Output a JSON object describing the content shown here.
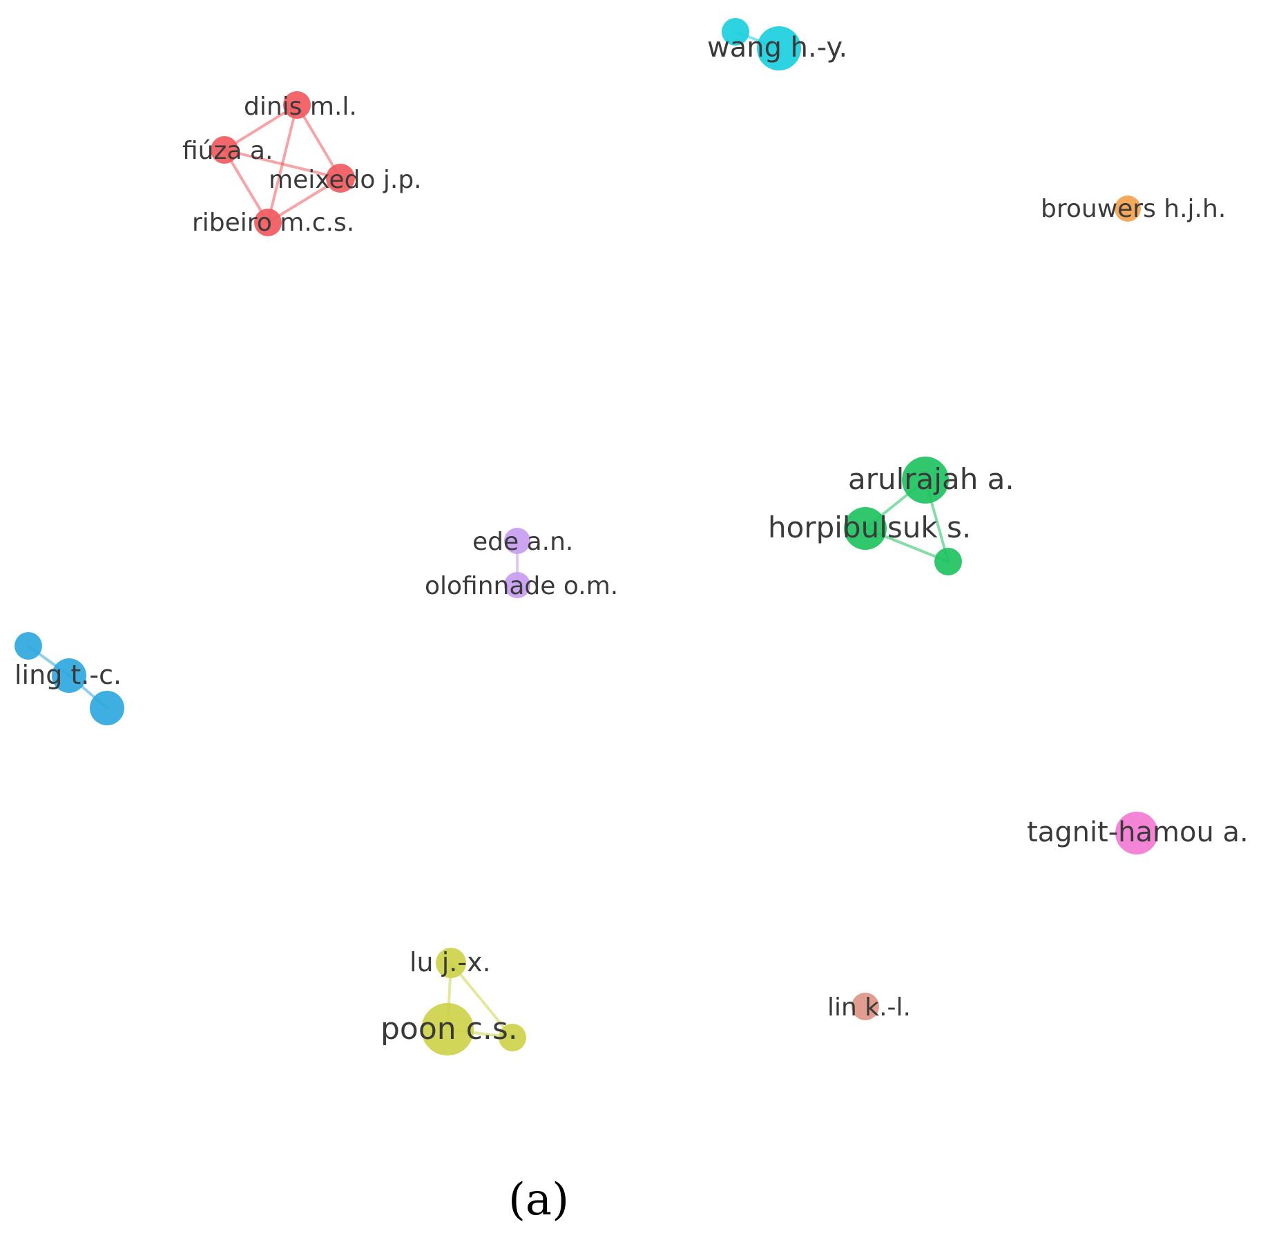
{
  "colors": {
    "red": "#f05a5e",
    "cyan": "#1ccfe0",
    "orange": "#f4a24e",
    "green": "#20c260",
    "purple": "#c79df0",
    "blue": "#2ea8dd",
    "pink": "#f27ad3",
    "yellow": "#cdd34a",
    "salmon": "#dd9587"
  },
  "nodes": [
    {
      "id": "wang2",
      "label": "",
      "cluster": "cyan"
    },
    {
      "id": "wang",
      "label": "wang h.-y.",
      "cluster": "cyan"
    },
    {
      "id": "dinis",
      "label": "dinis m.l.",
      "cluster": "red"
    },
    {
      "id": "fiuza",
      "label": "fiúza a.",
      "cluster": "red"
    },
    {
      "id": "meixedo",
      "label": "meixedo j.p.",
      "cluster": "red"
    },
    {
      "id": "ribeiro",
      "label": "ribeiro m.c.s.",
      "cluster": "red"
    },
    {
      "id": "brouwers",
      "label": "brouwers h.j.h.",
      "cluster": "orange"
    },
    {
      "id": "arulrajah",
      "label": "arulrajah a.",
      "cluster": "green"
    },
    {
      "id": "horpibulsuk",
      "label": "horpibulsuk s.",
      "cluster": "green"
    },
    {
      "id": "green3",
      "label": "",
      "cluster": "green"
    },
    {
      "id": "ede",
      "label": "ede a.n.",
      "cluster": "purple"
    },
    {
      "id": "olofinnade",
      "label": "olofinnade o.m.",
      "cluster": "purple"
    },
    {
      "id": "blue1",
      "label": "",
      "cluster": "blue"
    },
    {
      "id": "ling",
      "label": "ling t.-c.",
      "cluster": "blue"
    },
    {
      "id": "blue3",
      "label": "",
      "cluster": "blue"
    },
    {
      "id": "tagnit",
      "label": "tagnit-hamou a.",
      "cluster": "pink"
    },
    {
      "id": "lu",
      "label": "lu j.-x.",
      "cluster": "yellow"
    },
    {
      "id": "poon",
      "label": "poon c.s.",
      "cluster": "yellow"
    },
    {
      "id": "yellow3",
      "label": "",
      "cluster": "yellow"
    },
    {
      "id": "lin",
      "label": "lin k.-l.",
      "cluster": "salmon"
    }
  ],
  "links": [
    [
      "wang2",
      "wang"
    ],
    [
      "dinis",
      "fiuza"
    ],
    [
      "dinis",
      "meixedo"
    ],
    [
      "dinis",
      "ribeiro"
    ],
    [
      "fiuza",
      "meixedo"
    ],
    [
      "fiuza",
      "ribeiro"
    ],
    [
      "meixedo",
      "ribeiro"
    ],
    [
      "arulrajah",
      "horpibulsuk"
    ],
    [
      "horpibulsuk",
      "green3"
    ],
    [
      "arulrajah",
      "green3"
    ],
    [
      "ede",
      "olofinnade"
    ],
    [
      "blue1",
      "ling"
    ],
    [
      "ling",
      "blue3"
    ],
    [
      "lu",
      "poon"
    ],
    [
      "lu",
      "yellow3"
    ],
    [
      "poon",
      "yellow3"
    ]
  ],
  "caption": "(a)"
}
